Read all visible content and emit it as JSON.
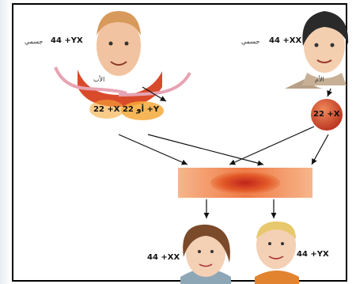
{
  "father": {
    "karyotype": "44 +YX",
    "word": "جسمي",
    "role": "الأب",
    "gametes": "22 +X أو 22 +Y"
  },
  "mother": {
    "karyotype": "44 +XX",
    "word": "جسمي",
    "role": "الأم",
    "gamete": "22 +X"
  },
  "offspring": {
    "girl": "44 +XX",
    "boy": "44 +YX"
  }
}
